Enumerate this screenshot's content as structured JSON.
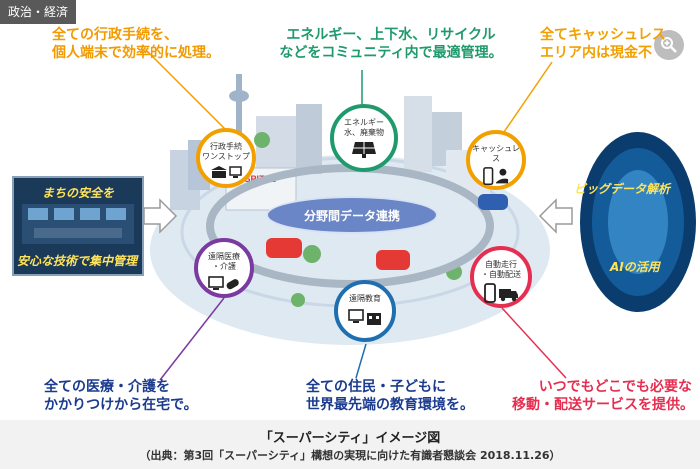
{
  "tag": "政治・経済",
  "callouts": {
    "top_left": [
      "全ての行政手続を、",
      "個人端末で効率的に処理。"
    ],
    "top_center": [
      "エネルギー、上下水、リサイクル",
      "などをコミュニティ内で最適管理。"
    ],
    "top_right": [
      "全てキャッシュレス",
      "エリア内は現金不"
    ],
    "bottom_left": [
      "全ての医療・介護を",
      "かかりつけから在宅で。"
    ],
    "bottom_center": [
      "全ての住民・子どもに",
      "世界最先端の教育環境を。"
    ],
    "bottom_right": [
      "いつでもどこでも必要な",
      "移動・配送サービスを提供。"
    ]
  },
  "circles": {
    "gyosei": [
      "行政手続",
      "ワンストップ"
    ],
    "energy": [
      "エネルギー",
      "水、廃棄物"
    ],
    "cash": [
      "キャッシュレス"
    ],
    "iryo": [
      "遠隔医療",
      "・介護"
    ],
    "kyoiku": [
      "遠隔教育"
    ],
    "jido": [
      "自動走行",
      "・自動配送"
    ]
  },
  "center_label": "分野間データ連携",
  "hospital_sign": "HOSPITAL",
  "left_panel": {
    "title": "まちの安全を",
    "subtitle": "安心な技術で集中管理"
  },
  "right_panel": {
    "big_data": "ビッグデータ解析",
    "ai": "AIの活用"
  },
  "caption": {
    "title": "「スーパーシティ」イメージ図",
    "source": "（出典：第3回「スーパーシティ」構想の実現に向けた有識者懇談会 2018.11.26）"
  },
  "colors": {
    "orange": "#f2a000",
    "green": "#1f9a6c",
    "purple": "#7b3aa0",
    "blue": "#1f6fb0",
    "red": "#e52e50",
    "navy": "#1a3b8e"
  },
  "icons": [
    "zoom-in-icon",
    "government-building-icon",
    "computer-icon",
    "solar-panel-icon",
    "smartphone-icon",
    "hand-coin-icon",
    "pill-icon",
    "classroom-icon",
    "truck-icon"
  ]
}
